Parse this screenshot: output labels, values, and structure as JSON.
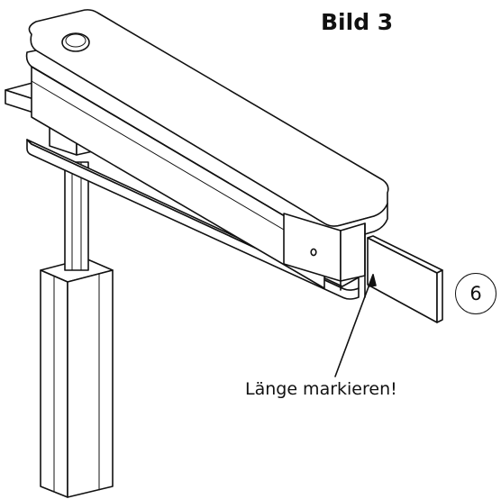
{
  "figure": {
    "title": "Bild 3",
    "step_number": "6",
    "callout_label": "Länge markieren!"
  }
}
